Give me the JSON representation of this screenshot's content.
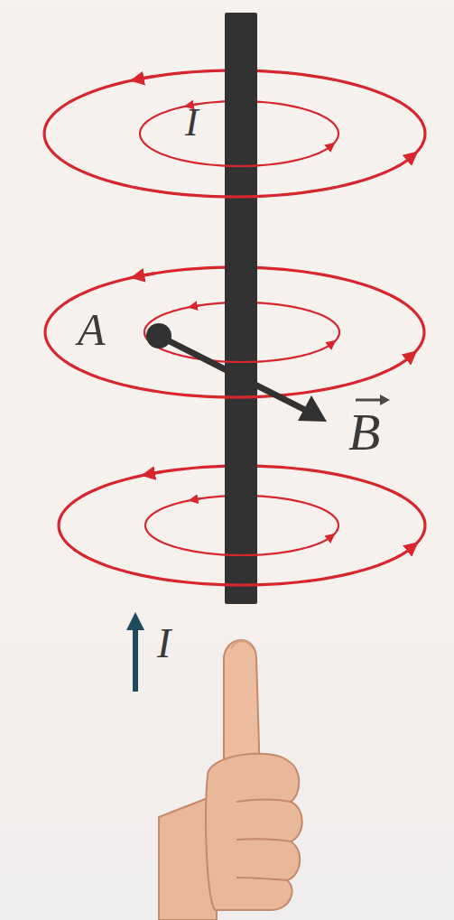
{
  "diagram": {
    "labels": [
      "I",
      "A",
      "B",
      "I"
    ]
  }
}
